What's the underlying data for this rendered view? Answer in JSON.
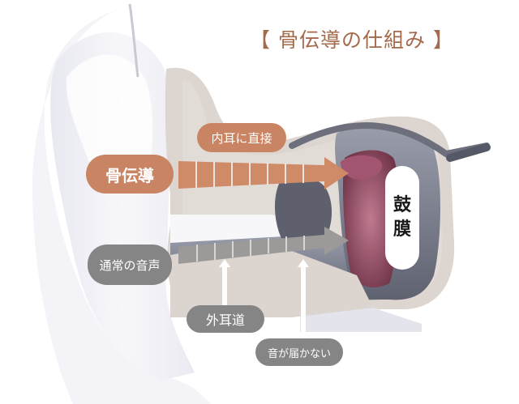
{
  "title": "【 骨伝導の仕組み 】",
  "labels": {
    "bone_conduction": "骨伝導",
    "direct_to_inner_ear": "内耳に直接",
    "normal_sound": "通常の音声",
    "outer_ear_canal": "外耳道",
    "sound_does_not_reach": "音が届かない",
    "eardrum_line1": "鼓",
    "eardrum_line2": "膜"
  },
  "colors": {
    "title": "#a56a4b",
    "copper_pill": "#c98463",
    "copper_arrow": "#cf8a68",
    "gray_pill": "#858585",
    "gray_arrow": "#9a9896",
    "bone": "#ddd6d2",
    "tissue": "#7a7d88",
    "eardrum": "#9b4f66",
    "skin": "#eeeef4"
  },
  "arrows": [
    {
      "name": "bone-conduction-arrow",
      "from": "骨伝導",
      "to": "鼓膜",
      "segments": 8
    },
    {
      "name": "normal-sound-arrow",
      "from": "通常の音声",
      "to": "鼓膜",
      "segments": 8
    },
    {
      "name": "blocked-arrow-1",
      "direction": "up"
    },
    {
      "name": "blocked-arrow-2",
      "direction": "up"
    }
  ]
}
